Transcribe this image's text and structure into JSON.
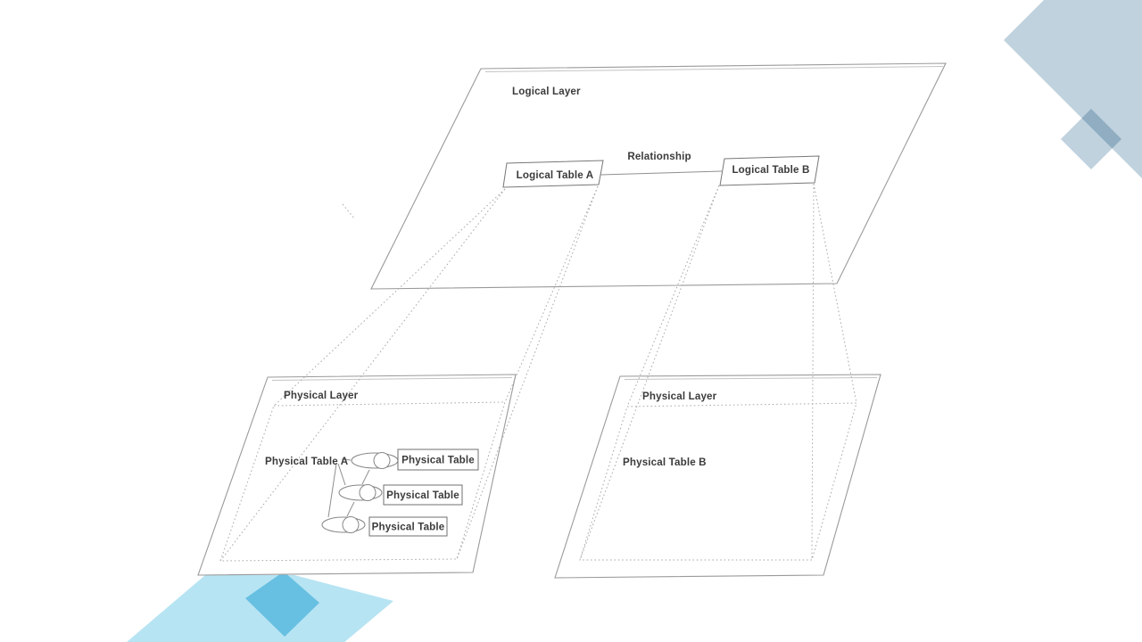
{
  "diagram": {
    "logical_layer": {
      "title": "Logical Layer",
      "relationship_label": "Relationship",
      "tables": [
        {
          "label": "Logical Table A"
        },
        {
          "label": "Logical Table B"
        }
      ]
    },
    "physical_layer_a": {
      "title": "Physical Layer",
      "table_label": "Physical Table A",
      "join_icon": "venn-overlap-icon",
      "joined_tables": [
        "Physical Table",
        "Physical Table",
        "Physical Table"
      ]
    },
    "physical_layer_b": {
      "title": "Physical Layer",
      "table_label": "Physical Table B"
    },
    "colors": {
      "plane_line": "#9a9a9a",
      "dotted_line": "#a9a9a9",
      "text": "#3b3b3b",
      "decor_slate_blue": "#c0d2de",
      "decor_cyan_light": "#b7e4f3",
      "decor_cyan_mid": "#8fd7ee"
    }
  }
}
